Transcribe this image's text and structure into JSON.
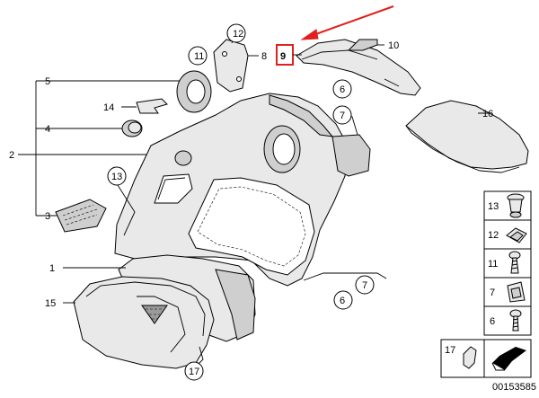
{
  "diagram": {
    "labels": {
      "l1": "1",
      "l2": "2",
      "l3": "3",
      "l4": "4",
      "l5": "5",
      "l6a": "6",
      "l6b": "6",
      "l7a": "7",
      "l7b": "7",
      "l8": "8",
      "l9": "9",
      "l10": "10",
      "l11": "11",
      "l12": "12",
      "l13": "13",
      "l14": "14",
      "l15": "15",
      "l16": "16",
      "l17": "17"
    },
    "legend": {
      "items": [
        {
          "number": "13"
        },
        {
          "number": "12"
        },
        {
          "number": "11"
        },
        {
          "number": "7"
        },
        {
          "number": "6"
        }
      ],
      "item17": "17"
    },
    "diagram_id": "00153585",
    "colors": {
      "highlight": "#e0201c",
      "arrow": "#e0201c",
      "part_fill": "#e9e9e9",
      "line": "#000000"
    }
  }
}
